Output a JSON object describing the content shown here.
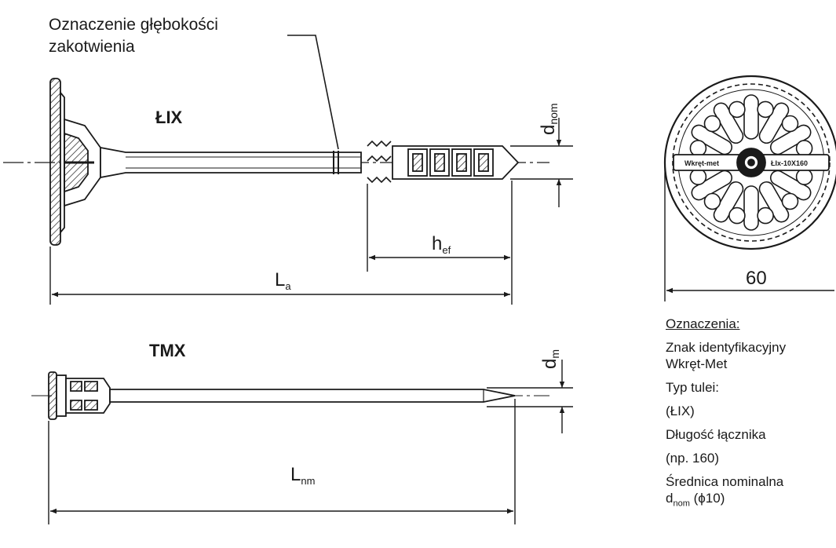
{
  "callout": {
    "line1": "Oznaczenie głębokości",
    "line2": "zakotwienia"
  },
  "lix": {
    "name": "ŁIX",
    "d_nom_main": "d",
    "d_nom_sub": "nom",
    "h_ef_main": "h",
    "h_ef_sub": "ef",
    "L_a_main": "L",
    "L_a_sub": "a"
  },
  "tmx": {
    "name": "TMX",
    "d_m_main": "d",
    "d_m_sub": "m",
    "L_nm_main": "L",
    "L_nm_sub": "nm"
  },
  "plate": {
    "diameter_label": "60",
    "text_left": "Wkręt-met",
    "text_right": "ŁIx-10X160"
  },
  "legend": {
    "heading": "Oznaczenia:",
    "items": [
      "Znak identyfikacyjny",
      "Wkręt-Met",
      "Typ tulei:",
      "(ŁIX)",
      "Długość łącznika",
      "(np. 160)",
      "Średnica nominalna"
    ],
    "last_main": "d",
    "last_sub": "nom",
    "last_rest": " (ϕ10)"
  },
  "colors": {
    "ink": "#1a1a1a",
    "background": "#ffffff"
  }
}
